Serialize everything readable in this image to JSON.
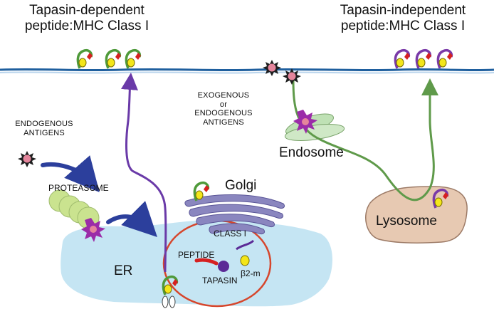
{
  "titles": {
    "left_line1": "Tapasin-dependent",
    "left_line2": "peptide:MHC Class I",
    "right_line1": "Tapasin-independent",
    "right_line2": "peptide:MHC Class I"
  },
  "labels": {
    "endogenous_antigens_line1": "ENDOGENOUS",
    "endogenous_antigens_line2": "ANTIGENS",
    "proteasome": "PROTEASOME",
    "exogenous_line1": "EXOGENOUS",
    "exogenous_line2": "or",
    "exogenous_line3": "ENDOGENOUS",
    "exogenous_line4": "ANTIGENS",
    "endosome": "Endosome",
    "golgi": "Golgi",
    "lysosome": "Lysosome",
    "er": "ER",
    "class_i": "CLASS I",
    "peptide": "PEPTIDE",
    "beta2m": "β2-m",
    "tapasin": "TAPASIN"
  },
  "colors": {
    "membrane": "#1f5f9e",
    "mhc_green": "#4f9a3a",
    "mhc_purple": "#7a3aa8",
    "beta2m_yellow": "#f3e61a",
    "peptide_red": "#d62020",
    "er_blue": "#bfe2f2",
    "golgi_purple": "#8a86bf",
    "lysosome_tan": "#e7c9b2",
    "endosome_green": "#bfe1b5",
    "proteasome_green": "#c8e28a",
    "tapasin_purple": "#5b2a96",
    "path_purple": "#6a3aa8",
    "path_green": "#5f9a4a",
    "arrow_blue": "#2c3f9c"
  }
}
